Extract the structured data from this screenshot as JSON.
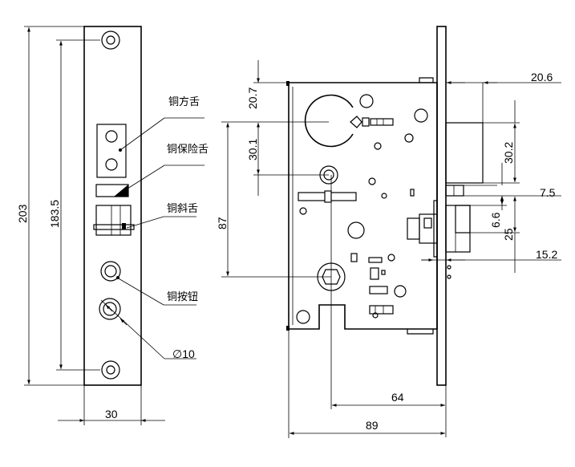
{
  "front_view": {
    "dim_total_height": "203",
    "dim_screw_spacing": "183.5",
    "dim_width": "30",
    "labels": {
      "copper_square_tongue": "铜方舌",
      "copper_safety_tongue": "铜保险舌",
      "copper_latch_tongue": "铜斜舌",
      "copper_button": "铜按钮",
      "diameter": "∅10"
    }
  },
  "side_view": {
    "dim_top_offset": "20.7",
    "dim_cylinder_to_hub": "30.1",
    "dim_hub_spacing": "87",
    "dim_backset": "64",
    "dim_case_depth": "89",
    "dim_faceplate_depth": "20.6",
    "dim_deadbolt_height": "30.2",
    "dim_small_gap": "7.5",
    "dim_latch_offset": "6.6",
    "dim_latch_height": "25",
    "dim_latch_bottom": "15.2"
  }
}
